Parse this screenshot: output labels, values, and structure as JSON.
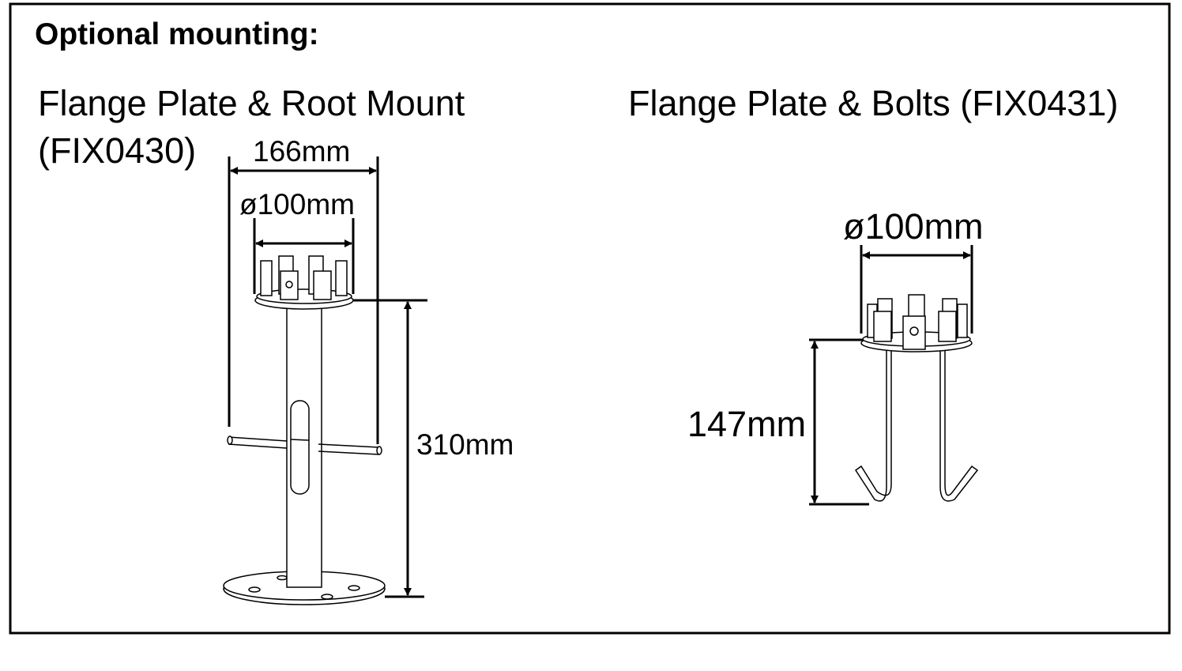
{
  "title": "Optional mounting:",
  "left_product": {
    "name_line1": "Flange Plate & Root Mount",
    "name_line2": "(FIX0430)",
    "dimensions": {
      "overall_width": "166mm",
      "flange_diameter": "ø100mm",
      "height": "310mm"
    }
  },
  "right_product": {
    "name": "Flange Plate & Bolts (FIX0431)",
    "dimensions": {
      "flange_diameter": "ø100mm",
      "height": "147mm"
    }
  }
}
